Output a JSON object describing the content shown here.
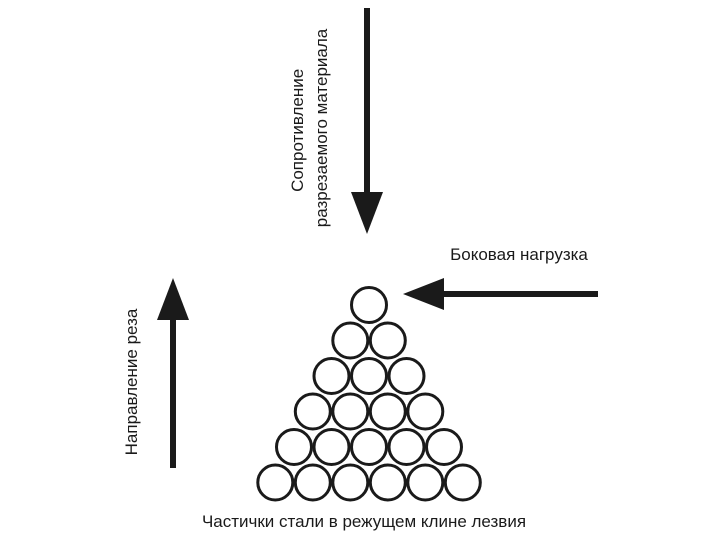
{
  "diagram": {
    "resistance_label_line1": "Сопротивление",
    "resistance_label_line2": "разрезаемого материала",
    "side_load_label": "Боковая нагрузка",
    "cut_direction_label": "Направление реза",
    "caption": "Частички стали в режущем клине лезвия"
  },
  "particles": {
    "rows": 6,
    "arrangement": "triangle"
  },
  "colors": {
    "ink": "#1a1a1a",
    "background": "#ffffff"
  }
}
